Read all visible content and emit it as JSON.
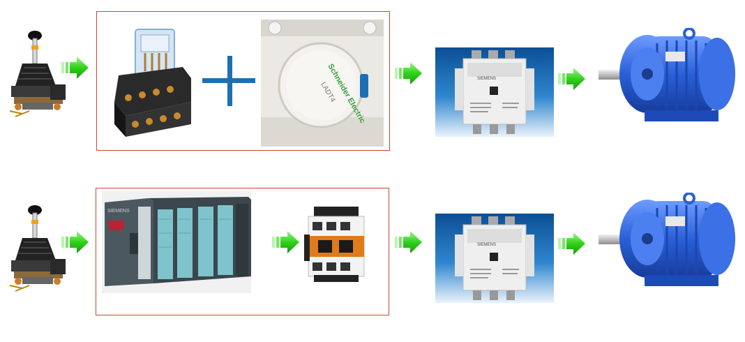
{
  "colors": {
    "frame": "#c9452c",
    "arrow_green": "#2fd21a",
    "plus_blue": "#1f6fb0",
    "motor_blue": "#2a5fd8",
    "contactor_bg": "#0d5ea8",
    "plc_body": "#4b5860",
    "plc_module": "#7fc4cc"
  },
  "row1": {
    "joystick": {
      "icon": "joystick-controller-icon"
    },
    "relay_group": {
      "relay": {
        "icon": "relay-with-socket-icon"
      },
      "plus": {
        "icon": "plus-sign-icon"
      },
      "timer_block": {
        "icon": "timer-delay-block-icon",
        "brand": "Schneider Electric",
        "model": "LADT4"
      }
    },
    "contactor": {
      "icon": "large-contactor-icon",
      "brand": "SIEMENS"
    },
    "motor": {
      "icon": "electric-motor-icon"
    }
  },
  "row2": {
    "joystick": {
      "icon": "joystick-controller-icon"
    },
    "plc_group": {
      "plc": {
        "icon": "plc-rack-icon",
        "brand": "SIEMENS"
      },
      "small_contactor": {
        "icon": "small-contactor-icon"
      }
    },
    "contactor": {
      "icon": "large-contactor-icon",
      "brand": "SIEMENS"
    },
    "motor": {
      "icon": "electric-motor-icon"
    }
  },
  "arrows": {
    "icon": "right-arrow-icon"
  }
}
